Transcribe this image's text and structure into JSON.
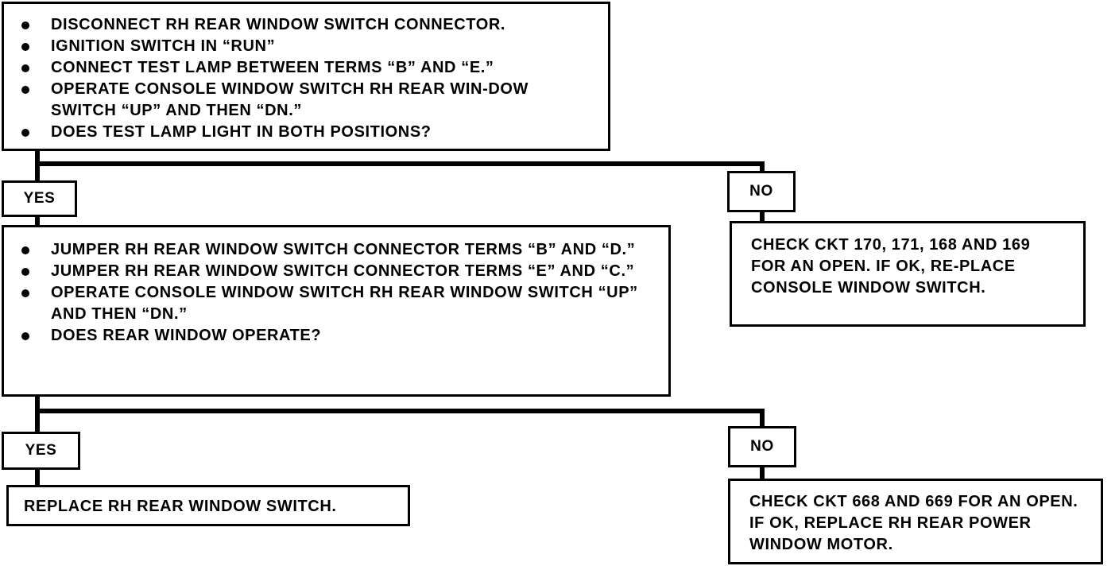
{
  "step1": {
    "items": [
      "DISCONNECT RH REAR WINDOW SWITCH CONNECTOR.",
      "IGNITION SWITCH IN “RUN”",
      "CONNECT TEST LAMP BETWEEN TERMS “B” AND “E.”",
      "OPERATE CONSOLE WINDOW SWITCH RH REAR WIN-DOW SWITCH “UP” AND THEN “DN.”",
      "DOES TEST LAMP LIGHT IN BOTH POSITIONS?"
    ]
  },
  "branch1": {
    "yes_label": "YES",
    "no_label": "NO",
    "no_result": "CHECK CKT 170, 171, 168 AND 169 FOR AN OPEN. IF OK, RE-PLACE CONSOLE WINDOW SWITCH."
  },
  "step2": {
    "items": [
      "JUMPER RH REAR WINDOW SWITCH CONNECTOR TERMS “B” AND “D.”",
      "JUMPER RH REAR WINDOW SWITCH CONNECTOR TERMS “E” AND “C.”",
      "OPERATE CONSOLE WINDOW SWITCH RH REAR WINDOW SWITCH “UP” AND THEN “DN.”",
      "DOES REAR WINDOW OPERATE?"
    ]
  },
  "branch2": {
    "yes_label": "YES",
    "no_label": "NO",
    "yes_result": "REPLACE RH REAR WINDOW SWITCH.",
    "no_result": "CHECK CKT 668 AND 669 FOR AN OPEN. IF OK, REPLACE RH REAR POWER WINDOW MOTOR."
  }
}
